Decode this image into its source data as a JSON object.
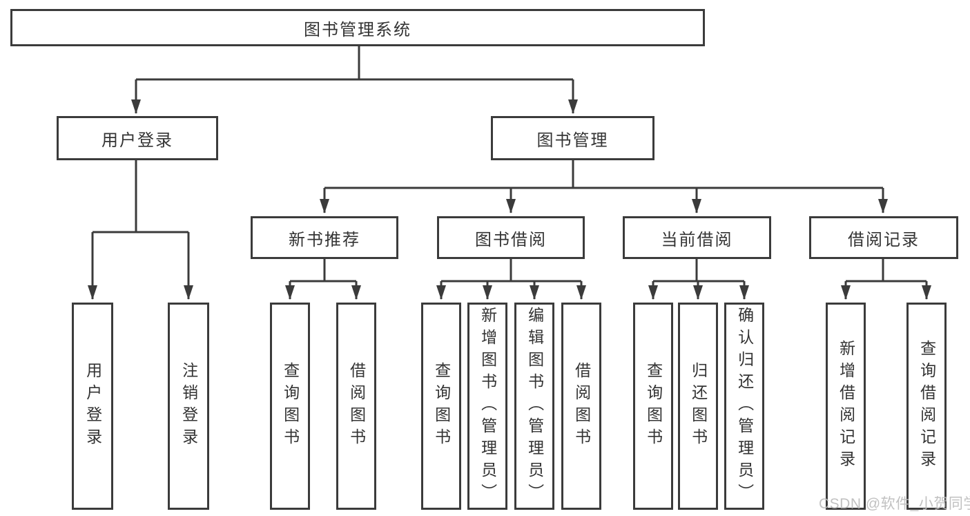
{
  "root": {
    "label": "图书管理系统"
  },
  "user_login": {
    "label": "用户登录",
    "children": [
      {
        "label": "用户登录"
      },
      {
        "label": "注销登录"
      }
    ]
  },
  "book_mgmt": {
    "label": "图书管理",
    "children": [
      {
        "label": "新书推荐",
        "children": [
          {
            "label": "查询图书"
          },
          {
            "label": "借阅图书"
          }
        ]
      },
      {
        "label": "图书借阅",
        "children": [
          {
            "label": "查询图书"
          },
          {
            "label": "新增图书（管理员）"
          },
          {
            "label": "编辑图书（管理员）"
          },
          {
            "label": "借阅图书"
          }
        ]
      },
      {
        "label": "当前借阅",
        "children": [
          {
            "label": "查询图书"
          },
          {
            "label": "归还图书"
          },
          {
            "label": "确认归还（管理员）"
          }
        ]
      },
      {
        "label": "借阅记录",
        "children": [
          {
            "label": "新增借阅记录"
          },
          {
            "label": "查询借阅记录"
          }
        ]
      }
    ]
  },
  "watermark": {
    "text": "CSDN @软件_小贺同学"
  },
  "colors": {
    "line": "#3b3b3b",
    "text": "#333333",
    "box_background": "#ffffff",
    "watermark": "#bcbcbc"
  }
}
